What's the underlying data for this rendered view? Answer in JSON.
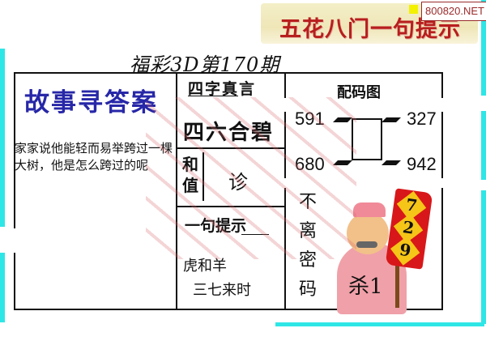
{
  "banner": {
    "text": "五花八门一句提示",
    "site": "800820.NET"
  },
  "title": "福彩3D第170期",
  "story": {
    "heading": "故事寻答案",
    "body": "家家说他能轻而易举跨过一棵大树，他是怎么跨过的呢"
  },
  "four_words": {
    "heading": "四字真言",
    "phrase": "四六合碧"
  },
  "sum_value": {
    "label": "和值",
    "value": "诊"
  },
  "hint": {
    "heading": "一句提示",
    "line1": "虎和羊",
    "line2": "三七来时"
  },
  "match_chart": {
    "heading": "配码图",
    "top_left": "591",
    "top_right": "327",
    "bottom_left": "680",
    "bottom_right": "942"
  },
  "secret": {
    "text": "不离密码"
  },
  "mascot": {
    "kill_label": "杀1",
    "flag_numbers": [
      "7",
      "2",
      "9"
    ]
  },
  "colors": {
    "accent_cyan": "#2fe6e6",
    "banner_red": "#b81e1e",
    "heading_blue": "#2727a8",
    "flag_red": "#d8171a"
  }
}
